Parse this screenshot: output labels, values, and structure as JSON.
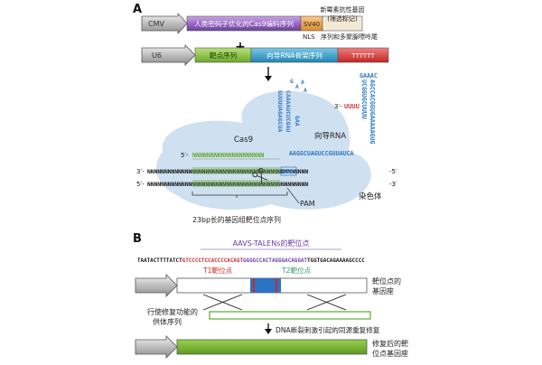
{
  "panelA": {
    "label": "A",
    "construct1": {
      "promoter": "CMV",
      "cas9": "人类密码子优化的Cas9编码序列",
      "sv40": "SV40",
      "nls": "NLS",
      "resist1": "新霉素抗性基因",
      "resist2": "(筛选标记)",
      "polya": "序列和多聚腺嘌呤尾"
    },
    "plus": "+",
    "construct2": {
      "promoter": "U6",
      "target": "靶点序列",
      "scaffold": "向导RNA骨架序列",
      "terminator": "TTTTTT"
    },
    "hairpin_loop_top": "GAAAC",
    "hairpin_stem1": "UCGGUGCUUUU",
    "hairpin_stem2": "AGCCACGGUGAAAAAGUG",
    "grna_3prime": "3′-",
    "grna_uuuu": "UUUU",
    "stem_a": "GUUUUAGAGCUA",
    "stem_b": "CAAAAUCUCGAU",
    "loop_a": "G",
    "loop_b": "A",
    "loop_c": "A",
    "loop_d": "A",
    "gaa": "GAA",
    "grna_lower": "AAGGCUAGUCCGUUAUCA",
    "cas9_label": "Cas9",
    "grna_label": "向导RNA",
    "five_prime_grna": "5′-",
    "grna_spacer": "NNNNNNNNNNNNNNNNNNNN",
    "top_strand_prefix": "3′-",
    "top_strand": "NNNNNNNNNNNNNNNNNNNNNNNNNNNNNNNNNNNNNNNNNNNNNNN",
    "top_strand_suffix": "-5′",
    "bottom_strand_prefix": "5′-",
    "bottom_strand": "NNNNNNNNNNNNNNNNNNNNNNNNNNNNNNNNNNNNNNNNNNNNNNN",
    "bottom_strand_suffix": "-3′",
    "ngg": "NGG",
    "pam_label": "PAM",
    "chromosome_label": "染色体",
    "bracket_label": "23bp长的基因组靶位点序列"
  },
  "panelB": {
    "label": "B",
    "talen_title": "AAVS-TALENs的靶位点",
    "seq_black1": "TAATACTTTTATCT",
    "seq_red": "GTCCCCTCCACCCCACAGT",
    "seq_purple": "GGGGCCACTAGGGACAGGAT",
    "seq_black2": "TGGTGACAGAAAAGCCCC",
    "t1_label": "T1靶位点",
    "t2_label": "T2靶位点",
    "target_locus_1": "靶位点的",
    "target_locus_2": "基因座",
    "donor_1": "行使修复功能的",
    "donor_2": "供体序列",
    "dsb_text": "DNA断裂刺激引起的同源重复修复",
    "repaired_1": "修复后的靶",
    "repaired_2": "位点基因座"
  },
  "colors": {
    "cas9_fill": "#9b6bc7",
    "sv40_fill": "#f0a64e",
    "target_green": "#8cc63f",
    "scaffold_blue": "#2e9ec9",
    "terminator_red": "#d93a3a",
    "rna_blue": "#2a79c2",
    "dna_green": "#5faa2a",
    "cloud": "#cfe0f0",
    "talen_red": "#d32626",
    "talen_purple": "#6a38b0",
    "t2_green": "#2f9a6a",
    "break_blue": "#2a74c6"
  }
}
